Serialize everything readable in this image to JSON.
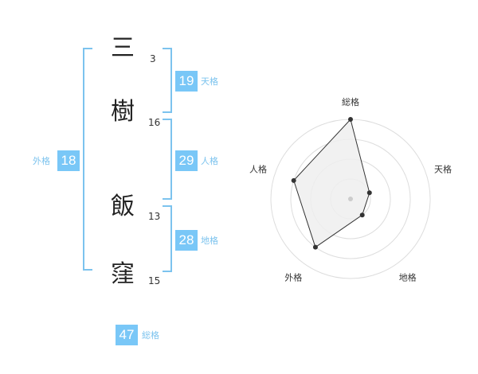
{
  "name": {
    "chars": [
      {
        "char": "三",
        "strokes": "3"
      },
      {
        "char": "樹",
        "strokes": "16"
      },
      {
        "char": "飯",
        "strokes": "13"
      },
      {
        "char": "窪",
        "strokes": "15"
      }
    ]
  },
  "fortune": {
    "tenkaku": {
      "value": "19",
      "label": "天格"
    },
    "jinkaku": {
      "value": "29",
      "label": "人格"
    },
    "chikaku": {
      "value": "28",
      "label": "地格"
    },
    "gaikaku": {
      "value": "18",
      "label": "外格"
    },
    "soukaku": {
      "value": "47",
      "label": "総格"
    }
  },
  "colors": {
    "accent": "#79c7f7",
    "bracket": "#7cc3ee",
    "ring": "#dddddd",
    "area_fill": "#eeeeee",
    "line": "#333333"
  },
  "chart_data": {
    "type": "radar",
    "axes": [
      "総格",
      "天格",
      "地格",
      "外格",
      "人格"
    ],
    "series": [
      {
        "values": [
          4,
          1,
          1,
          3,
          3
        ]
      }
    ],
    "rlim": [
      0,
      4
    ],
    "rings": 4,
    "grid": true
  }
}
